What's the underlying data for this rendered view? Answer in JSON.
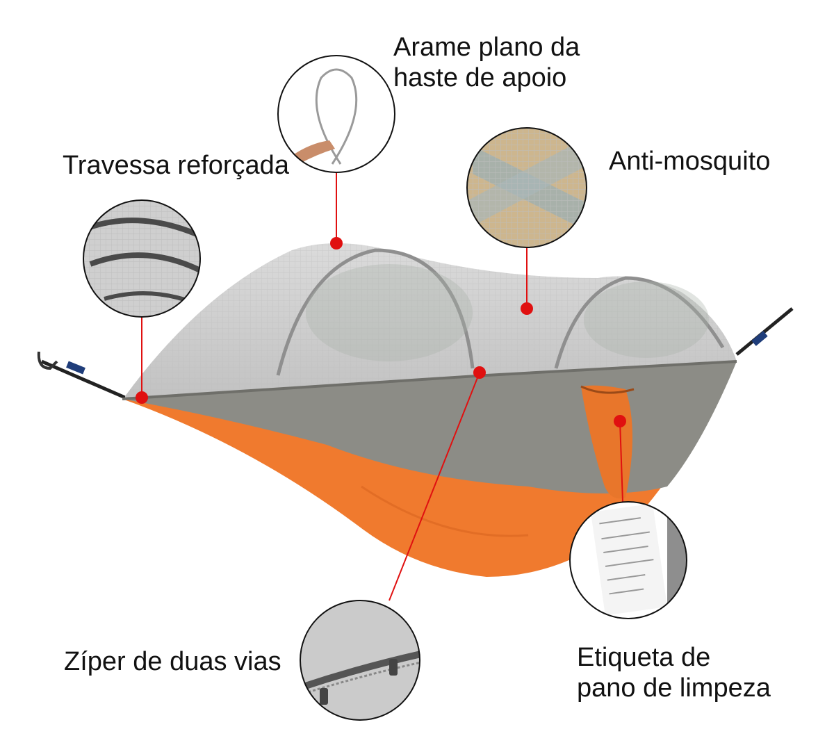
{
  "callouts": {
    "support_wire": {
      "line1": "Arame plano da",
      "line2": "haste de apoio",
      "icon": "flat-wire-detail"
    },
    "crossbar": {
      "text": "Travessa reforçada",
      "icon": "reinforced-crossbar-detail"
    },
    "mosquito_net": {
      "text": "Anti-mosquito",
      "icon": "mesh-net-detail"
    },
    "zipper": {
      "text": "Zíper de duas vias",
      "icon": "two-way-zipper-detail"
    },
    "care_tag": {
      "line1": "Etiqueta de",
      "line2": "pano de limpeza",
      "icon": "care-label-detail"
    }
  },
  "colors": {
    "hammock_orange": "#f07a2e",
    "hammock_grey": "#8c8c86",
    "mesh_white": "#e6e6e6",
    "marker_red": "#e01010"
  }
}
